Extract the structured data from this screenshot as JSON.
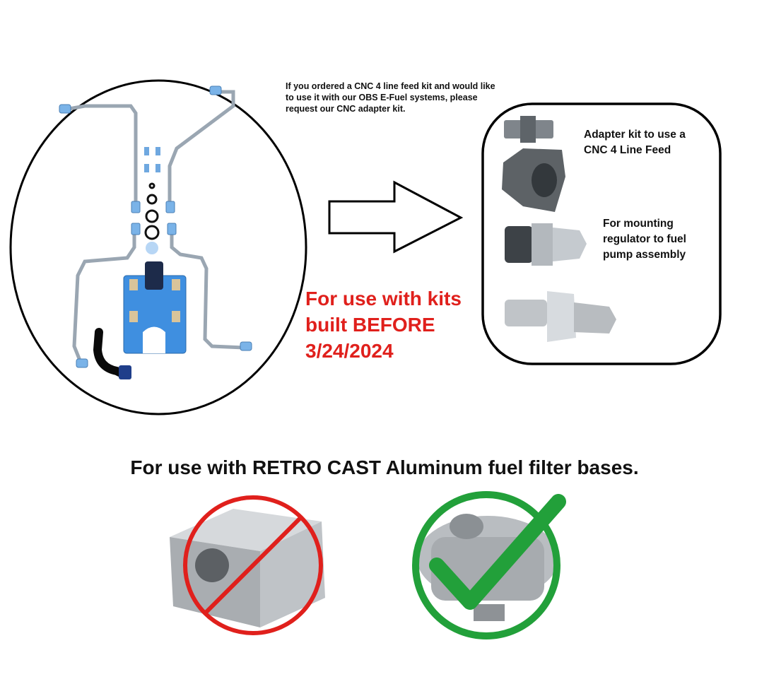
{
  "kit_note": "If you ordered a CNC 4 line feed kit and would like to use it with our OBS E-Fuel systems, please request our CNC adapter kit.",
  "before_note_lines": [
    "For use with kits",
    "built BEFORE",
    "3/24/2024"
  ],
  "adapter_caption": "Adapter kit to use a CNC 4 Line Feed",
  "regulator_caption": "For mounting regulator to fuel pump assembly",
  "headline": "For use with RETRO CAST Aluminum fuel filter bases.",
  "colors": {
    "accent_red": "#e0201c",
    "check_green": "#22a03a",
    "fuel_block_blue": "#3f8fe0",
    "black": "#000000"
  },
  "icons": [
    "right-arrow-icon",
    "prohibited-icon",
    "check-icon"
  ]
}
